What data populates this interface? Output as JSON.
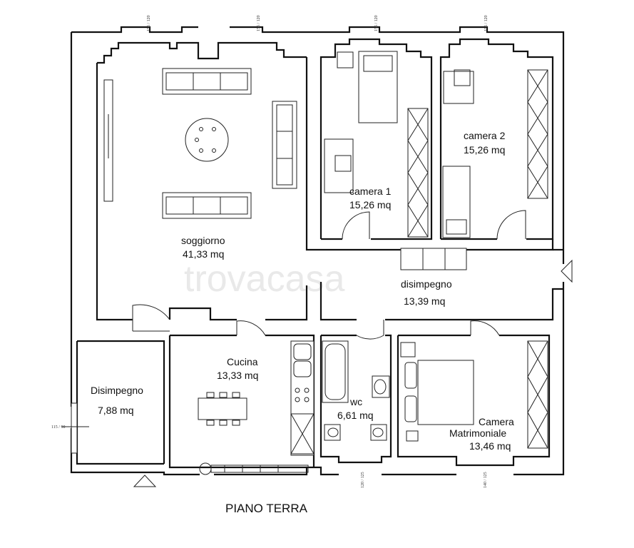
{
  "plan_title": "PIANO TERRA",
  "watermark": "trovacasa",
  "rooms": [
    {
      "name": "soggiorno",
      "area": "41,33 mq"
    },
    {
      "name": "camera 1",
      "area": "15,26 mq"
    },
    {
      "name": "camera 2",
      "area": "15,26 mq"
    },
    {
      "name": "disimpegno",
      "area": "13,39 mq"
    },
    {
      "name": "Cucina",
      "area": "13,33 mq"
    },
    {
      "name": "Disimpegno",
      "area": "7,88 mq"
    },
    {
      "name": "wc",
      "area": "6,61 mq"
    },
    {
      "name": "Camera",
      "name2": "Matrimoniale",
      "area": "13,46 mq"
    }
  ],
  "window_dims": {
    "top": "155 / 120",
    "bottom_wc": "120 / 125",
    "bottom_camera": "140 / 125",
    "left": "115 / 90"
  }
}
